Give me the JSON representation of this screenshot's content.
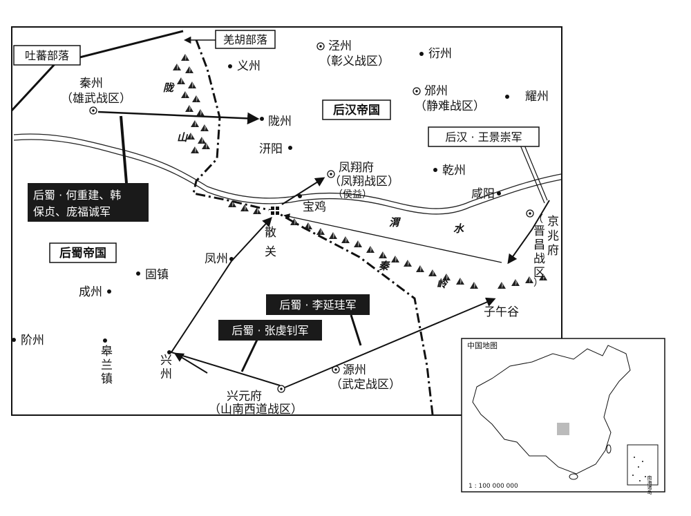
{
  "tribes": {
    "tubo": "吐蕃部落",
    "qianghu": "羌胡部落"
  },
  "empires": {
    "houhan": "后汉帝国",
    "houshu": "后蜀帝国"
  },
  "places": {
    "yizhou": "义州",
    "jingzhou": "泾州",
    "jingzhou_zone": "（彰义战区）",
    "yanzhou": "衍州",
    "binzhou": "邠州",
    "binzhou_zone": "（静难战区）",
    "yaozhou": "耀州",
    "qinzhou": "秦州",
    "qinzhou_zone": "（雄武战区）",
    "longzhou": "陇州",
    "qianyang": "汧阳",
    "fengxiang": "凤翔府",
    "fengxiang_zone": "（凤翔战区）",
    "fengxiang_note": "（侯益）",
    "qianzhou": "乾州",
    "xianyang": "咸阳",
    "baoji": "宝鸡",
    "sanguan_1": "散",
    "sanguan_2": "关",
    "jingzhao_1": "京",
    "jingzhao_2": "兆",
    "jingzhao_3": "府",
    "jingzhao_zone_1": "（",
    "jingzhao_zone_2": "晋",
    "jingzhao_zone_3": "昌",
    "jingzhao_zone_4": "战",
    "jingzhao_zone_5": "区",
    "jingzhao_zone_6": "）",
    "fengzhou": "凤州",
    "guzhen": "固镇",
    "chengzhou": "成州",
    "jiezhou": "阶州",
    "gaolan_1": "皋",
    "gaolan_2": "兰",
    "gaolan_3": "镇",
    "xingzhou_1": "兴",
    "xingzhou_2": "州",
    "yuanzhou": "源州",
    "yuanzhou_zone": "（武定战区）",
    "xingyuan": "兴元府",
    "xingyuan_zone": "（山南西道战区）",
    "ziwugu": "子午谷"
  },
  "features": {
    "long_1": "陇",
    "long_2": "山",
    "wei_1": "渭",
    "wei_2": "水",
    "qin_1": "秦",
    "qin_2": "岭"
  },
  "armies": {
    "wang": "后汉 · 王景崇军",
    "he_line1": "后蜀 · 何重建、韩",
    "he_line2": "保贞、庞福诚军",
    "li": "后蜀 · 李延珪军",
    "zhang": "后蜀 · 张虔钊军"
  },
  "inset": {
    "title": "中国地图",
    "scale": "1 : 100 000 000",
    "islands": "南海诸岛"
  }
}
